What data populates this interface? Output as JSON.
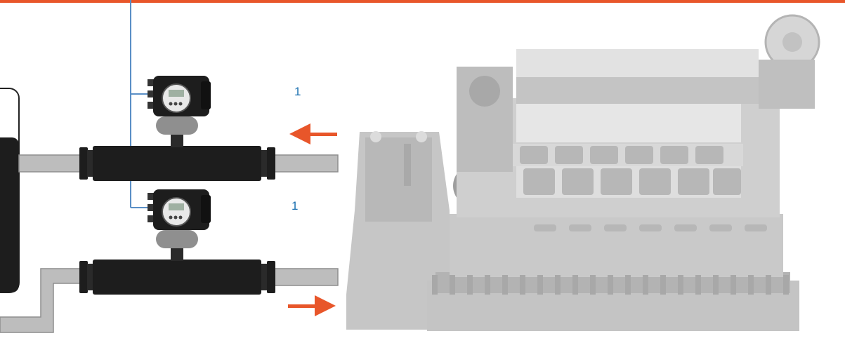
{
  "colors": {
    "accent": "#e8562a",
    "signal_line": "#5a8fc6",
    "label": "#1a6fb0",
    "pipe": "#bdbdbd",
    "pipe_edge": "#8e8e8e",
    "meter_body": "#1d1d1d",
    "engine": "#c9c9c9"
  },
  "meters": [
    {
      "label": "1",
      "position": "supply"
    },
    {
      "label": "1",
      "position": "return"
    }
  ],
  "arrows": [
    {
      "direction": "left",
      "meaning": "flow-from-engine"
    },
    {
      "direction": "right",
      "meaning": "flow-to-engine"
    }
  ],
  "icons": [
    "flowmeter-icon",
    "engine-icon",
    "tank-icon",
    "arrow-left-icon",
    "arrow-right-icon"
  ]
}
